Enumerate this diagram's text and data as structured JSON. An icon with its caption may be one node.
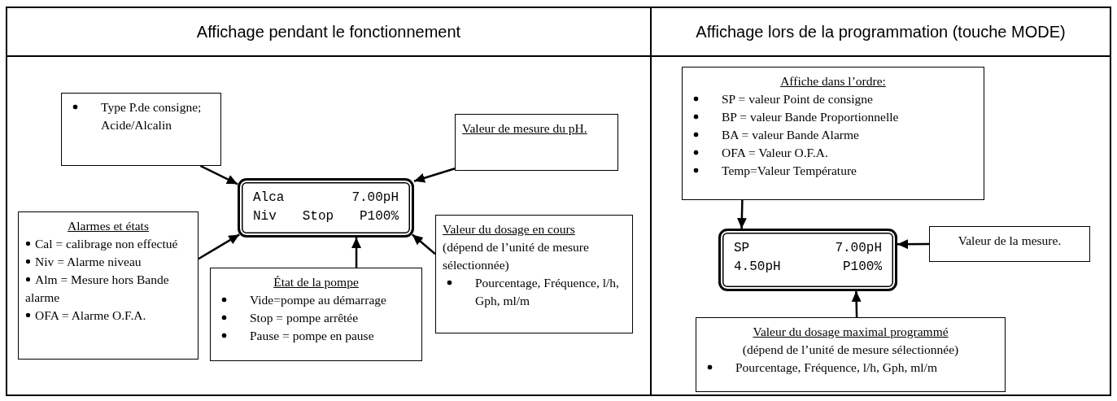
{
  "diagram": {
    "nodes": [
      {
        "text": [
          "Affichage pendant le fonctionnement"
        ]
      },
      {
        "text": [
          "Type P.de consigne; Acide/Alcalin"
        ],
        "in": 0
      },
      {
        "text": [
          "Valeur de mesure du pH."
        ],
        "in": 0
      },
      {
        "text": [
          "Alca 7.00pH",
          "Niv Stop P100%"
        ],
        "in": 0
      },
      {
        "text": [
          "Alarmes et états",
          "Cal = calibrage non effectué",
          "Niv = Alarme niveau",
          "Alm = Mesure hors Bande alarme",
          "OFA = Alarme O.F.A."
        ],
        "in": 0
      },
      {
        "text": [
          "État de la pompe",
          "Vide=pompe au démarrage",
          "Stop = pompe arrêtée",
          "Pause = pompe en pause"
        ],
        "in": 0
      },
      {
        "text": [
          "Valeur du dosage en cours",
          "(dépend de l’unité de mesure sélectionnée)",
          "Pourcentage, Fréquence, l/h, Gph, ml/m"
        ],
        "in": 0
      },
      {
        "text": [
          "Affichage lors de la programmation (touche MODE)"
        ]
      },
      {
        "text": [
          "Affiche dans l’ordre:",
          "SP = valeur Point de consigne",
          "BP = valeur Bande Proportionnelle",
          "BA = valeur Bande Alarme",
          "OFA = Valeur O.F.A.",
          "Temp=Valeur Température"
        ],
        "in": 7
      },
      {
        "text": [
          "SP 7.00pH",
          "4.50pH P100%"
        ],
        "in": 7
      },
      {
        "text": [
          "Valeur de la mesure."
        ],
        "in": 7
      },
      {
        "text": [
          "Valeur du dosage maximal programmé",
          "(dépend de l’unité de mesure sélectionnée)",
          "Pourcentage, Fréquence, l/h, Gph, ml/m"
        ],
        "in": 7
      }
    ],
    "edges": [
      {
        "from": 1,
        "to": 3,
        "arrow": "to"
      },
      {
        "from": 2,
        "to": 3,
        "arrow": "to"
      },
      {
        "from": 4,
        "to": 3,
        "arrow": "to"
      },
      {
        "from": 5,
        "to": 3,
        "arrow": "to"
      },
      {
        "from": 6,
        "to": 3,
        "arrow": "to"
      },
      {
        "from": 8,
        "to": 9,
        "arrow": "to"
      },
      {
        "from": 10,
        "to": 9,
        "arrow": "to"
      },
      {
        "from": 11,
        "to": 9,
        "arrow": "to"
      }
    ]
  }
}
